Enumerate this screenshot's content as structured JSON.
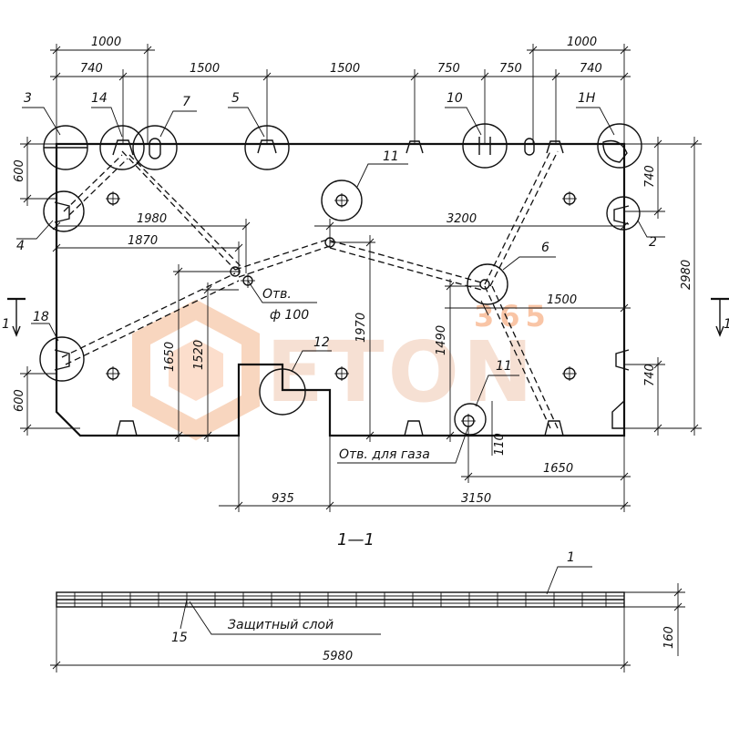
{
  "plan": {
    "top_dims": {
      "d1000_left": "1000",
      "d740_left": "740",
      "d1500_a": "1500",
      "d1500_b": "1500",
      "d750_a": "750",
      "d750_b": "750",
      "d740_right": "740",
      "d1000_right": "1000"
    },
    "mid_dims": {
      "d1980": "1980",
      "d1870": "1870",
      "d3200": "3200",
      "d1500_mid": "1500",
      "d1650_v": "1650",
      "d1520_v": "1520",
      "d1970_v": "1970",
      "d1490_v": "1490"
    },
    "side_dims": {
      "left_600_top": "600",
      "left_600_bot": "600",
      "right_740_top": "740",
      "right_740_bot": "740",
      "right_2980": "2980",
      "d110": "110"
    },
    "bottom_dims": {
      "d935": "935",
      "d1650_h": "1650",
      "d3150": "3150"
    },
    "callouts": [
      "3",
      "14",
      "7",
      "5",
      "10",
      "1Н",
      "11",
      "4",
      "2",
      "6",
      "18",
      "12",
      "11"
    ],
    "hole_label_line1": "Отв.",
    "hole_label_line2": "ф 100",
    "gas_hole_label": "Отв. для газа",
    "section_mark_left": "1",
    "section_mark_right": "1"
  },
  "section": {
    "title": "1—1",
    "callout_1": "1",
    "callout_15": "15",
    "protective_layer": "Защитный слой",
    "length": "5980",
    "thickness": "160"
  },
  "watermark": {
    "text": "ETON",
    "number": "365"
  }
}
